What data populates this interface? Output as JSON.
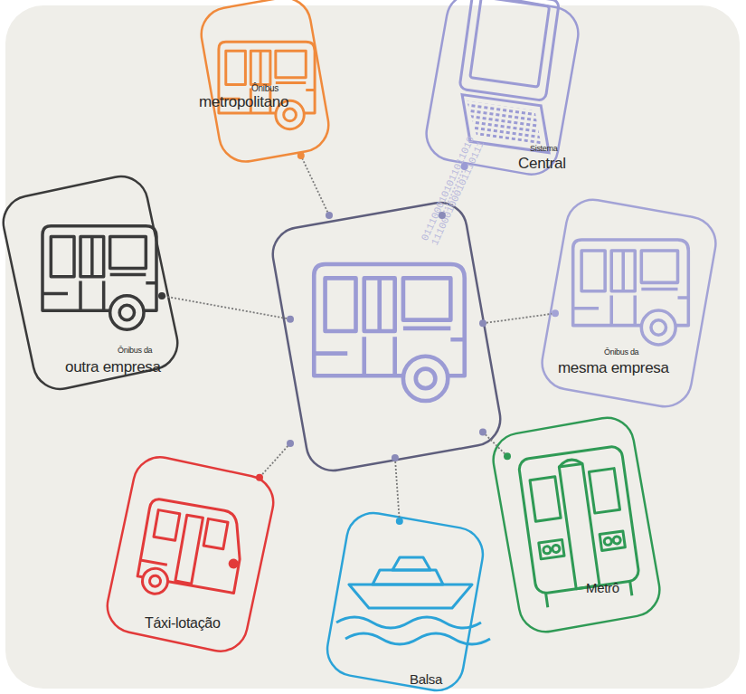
{
  "diagram": {
    "nodes": [
      {
        "text": [
          "Ônibus",
          "metropolitano"
        ]
      },
      {
        "text": [
          "Sistema",
          "Central"
        ]
      },
      {
        "text": [
          "Ônibus da",
          "outra empresa"
        ]
      },
      {
        "text": []
      },
      {
        "text": [
          "Ônibus da",
          "mesma empresa"
        ]
      },
      {
        "text": [
          "Táxi-lotação"
        ]
      },
      {
        "text": [
          "Balsa"
        ]
      },
      {
        "text": [
          "Metrô"
        ]
      }
    ],
    "edges": [
      {
        "from": 3,
        "to": 0,
        "arrow": "none"
      },
      {
        "from": 3,
        "to": 1,
        "arrow": "none",
        "label": "0111000101011011010 1110001000101110111"
      },
      {
        "from": 3,
        "to": 2,
        "arrow": "none"
      },
      {
        "from": 3,
        "to": 4,
        "arrow": "none"
      },
      {
        "from": 3,
        "to": 5,
        "arrow": "none"
      },
      {
        "from": 3,
        "to": 6,
        "arrow": "none"
      },
      {
        "from": 3,
        "to": 7,
        "arrow": "none"
      }
    ]
  }
}
